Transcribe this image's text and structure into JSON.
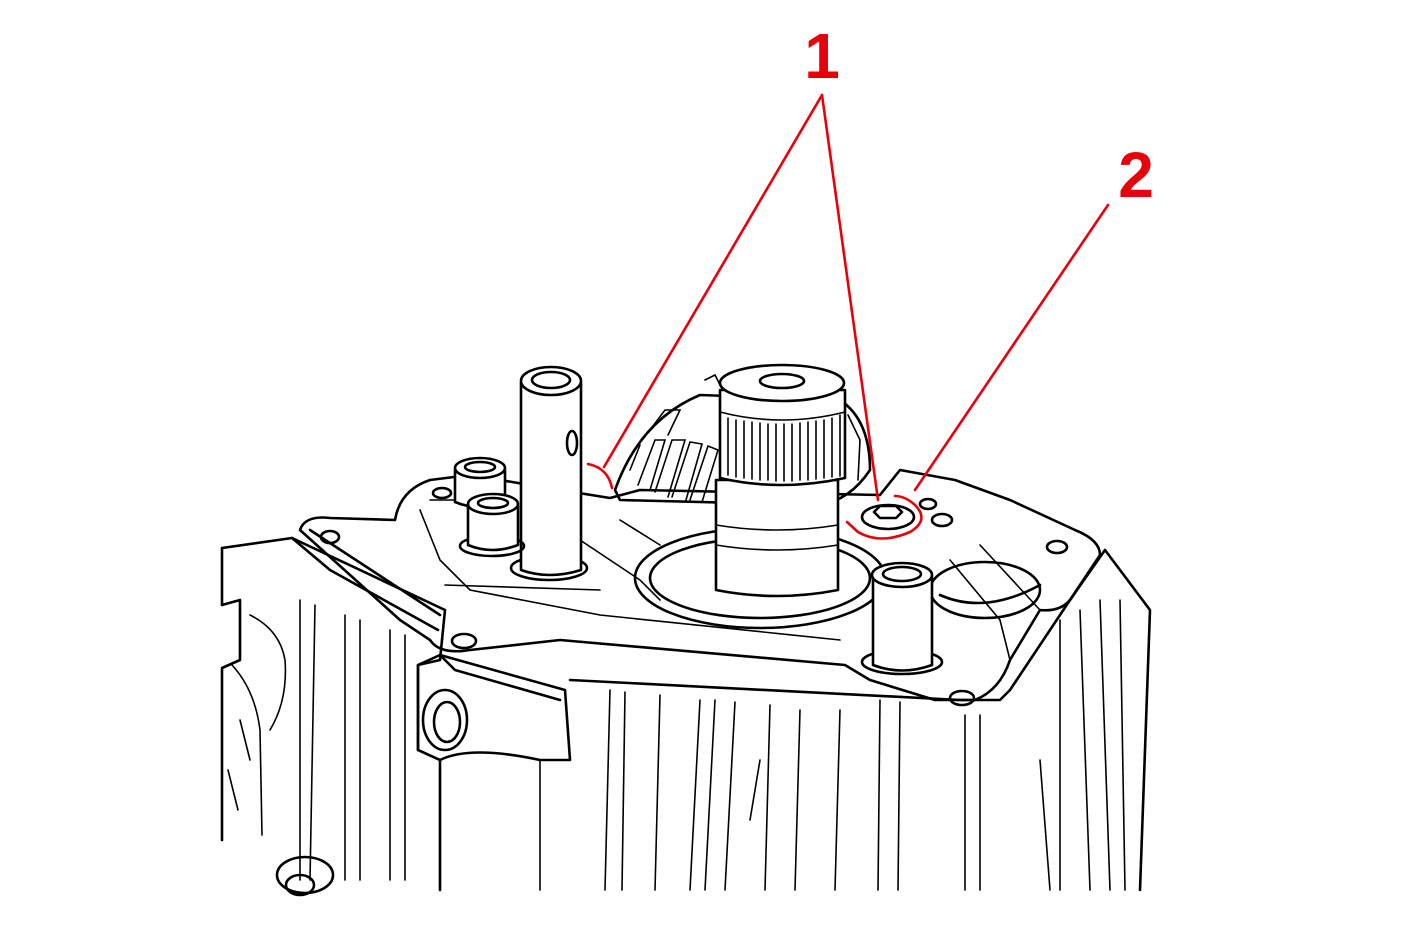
{
  "callouts": [
    {
      "id": "1",
      "label": "1"
    },
    {
      "id": "2",
      "label": "2"
    }
  ],
  "colors": {
    "line": "#000000",
    "callout": "#e8000b",
    "background": "#ffffff"
  }
}
